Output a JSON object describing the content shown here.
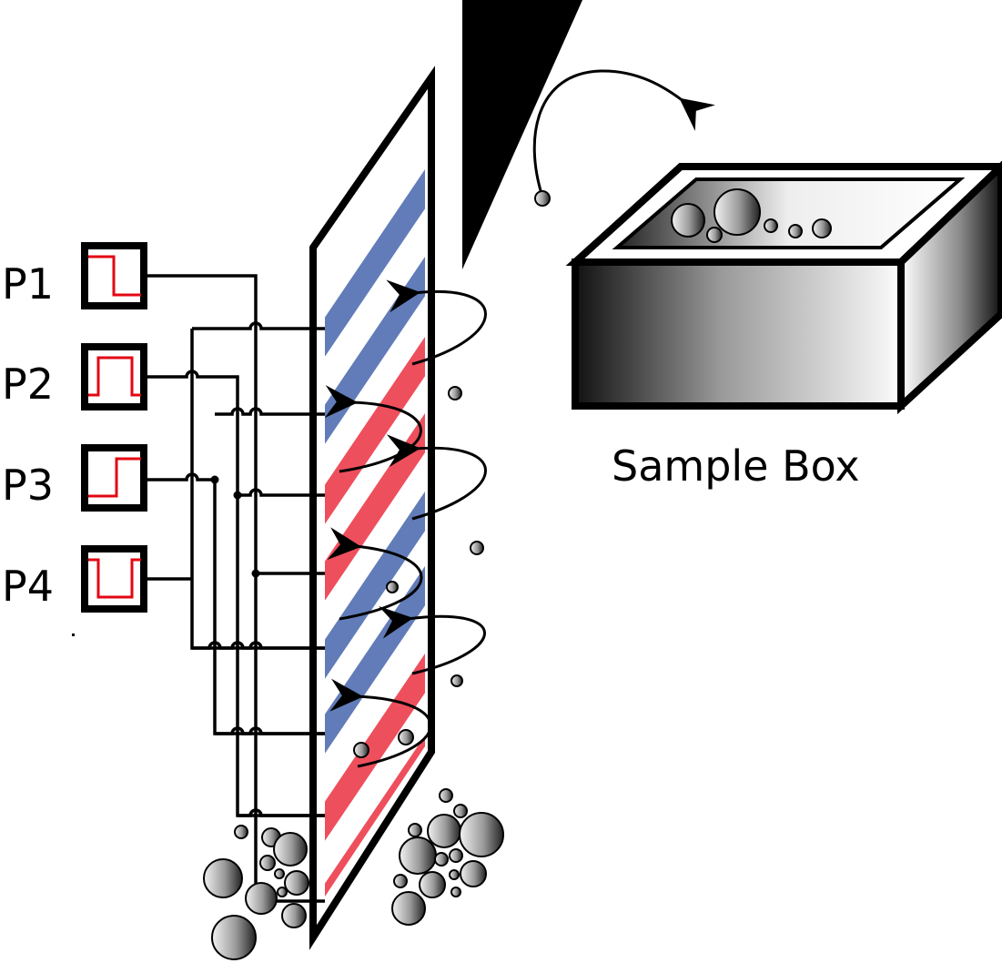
{
  "diagram": {
    "type": "electrode-device-schematic",
    "channels": [
      {
        "id": "P1",
        "label": "P1",
        "waveform": "step-down"
      },
      {
        "id": "P2",
        "label": "P2",
        "waveform": "pulse-up"
      },
      {
        "id": "P3",
        "label": "P3",
        "waveform": "step-up"
      },
      {
        "id": "P4",
        "label": "P4",
        "waveform": "pulse-down"
      }
    ],
    "electrode_sequence": [
      "P4",
      "P3",
      "P2",
      "P1",
      "P4",
      "P3",
      "P2",
      "P1"
    ],
    "stripe_colors": [
      "blue",
      "blue",
      "red",
      "red",
      "blue",
      "blue",
      "red",
      "red"
    ],
    "sample_box": {
      "label": "Sample Box"
    },
    "colors": {
      "blue_electrode": "#617cb8",
      "red_electrode": "#ee4f5d",
      "waveform": "#e30613",
      "outline": "#000000"
    }
  }
}
